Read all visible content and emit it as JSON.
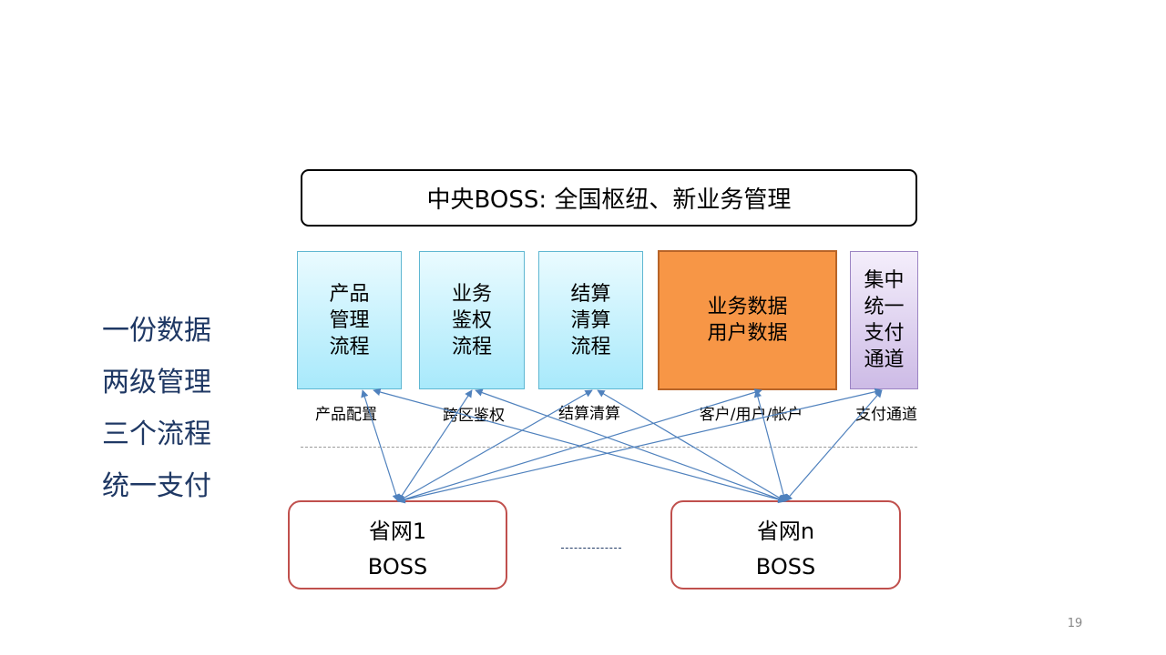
{
  "summary": [
    "一份数据",
    "两级管理",
    "三个流程",
    "统一支付"
  ],
  "central_box": "中央BOSS: 全国枢纽、新业务管理",
  "modules": [
    {
      "text": "产品\n管理\n流程",
      "tag": "产品配置"
    },
    {
      "text": "业务\n鉴权\n流程",
      "tag": "跨区鉴权"
    },
    {
      "text": "结算\n清算\n流程",
      "tag": "结算清算"
    },
    {
      "text": "业务数据\n用户数据",
      "tag": "客户/用户/帐户"
    },
    {
      "text": "集中\n统一\n支付\n通道",
      "tag": "支付通道"
    }
  ],
  "provinces": [
    {
      "line1": "省网1",
      "line2": "BOSS"
    },
    {
      "line1": "省网n",
      "line2": "BOSS"
    }
  ],
  "page_number": "19",
  "colors": {
    "arrow": "#4f81bd",
    "summary_text": "#1f3864",
    "module_blue": "#a8e9fb",
    "module_orange": "#f79646",
    "module_purple": "#cdbbe6",
    "province_border": "#c0504d"
  }
}
